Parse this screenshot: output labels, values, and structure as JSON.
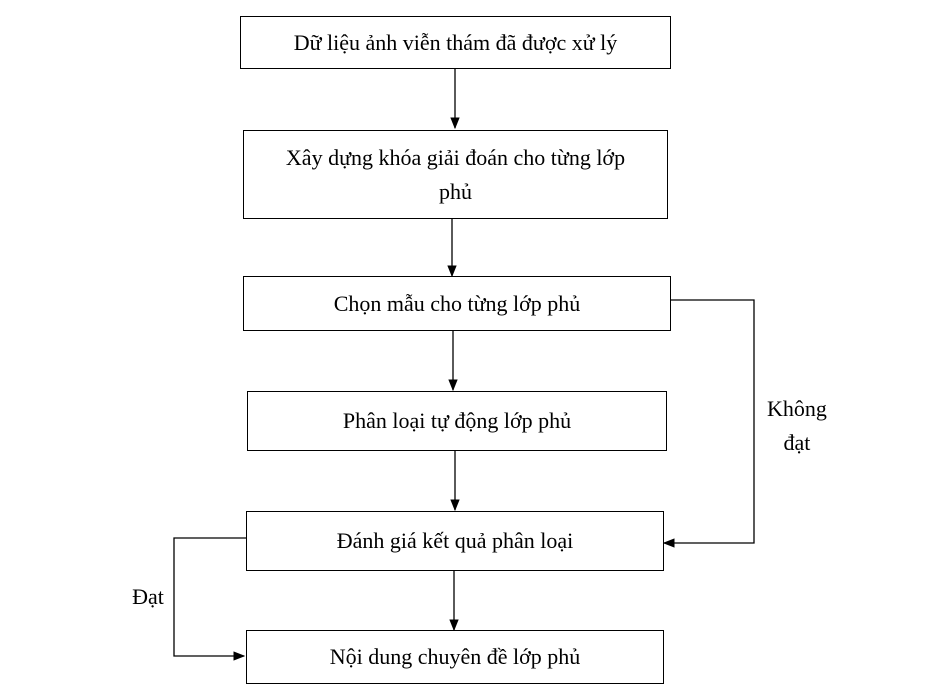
{
  "diagram": {
    "nodes": {
      "processed_data": "Dữ liệu ảnh viễn thám đã được xử lý",
      "interpretation_key": "Xây dựng khóa giải đoán cho từng lớp phủ",
      "sample_selection": "Chọn mẫu cho từng lớp phủ",
      "auto_classification": "Phân loại tự động lớp phủ",
      "evaluation": "Đánh giá kết quả phân loại",
      "thematic_content": "Nội dung chuyên đề lớp phủ"
    },
    "edge_labels": {
      "fail_line1": "Không",
      "fail_line2": "đạt",
      "pass": "Đạt"
    },
    "edges": [
      {
        "from": "processed_data",
        "to": "interpretation_key"
      },
      {
        "from": "interpretation_key",
        "to": "sample_selection"
      },
      {
        "from": "sample_selection",
        "to": "auto_classification"
      },
      {
        "from": "auto_classification",
        "to": "evaluation"
      },
      {
        "from": "evaluation",
        "to": "thematic_content"
      },
      {
        "from": "sample_selection",
        "to": "evaluation",
        "label": "Không đạt"
      },
      {
        "from": "evaluation",
        "to": "thematic_content",
        "label": "Đạt"
      }
    ]
  }
}
